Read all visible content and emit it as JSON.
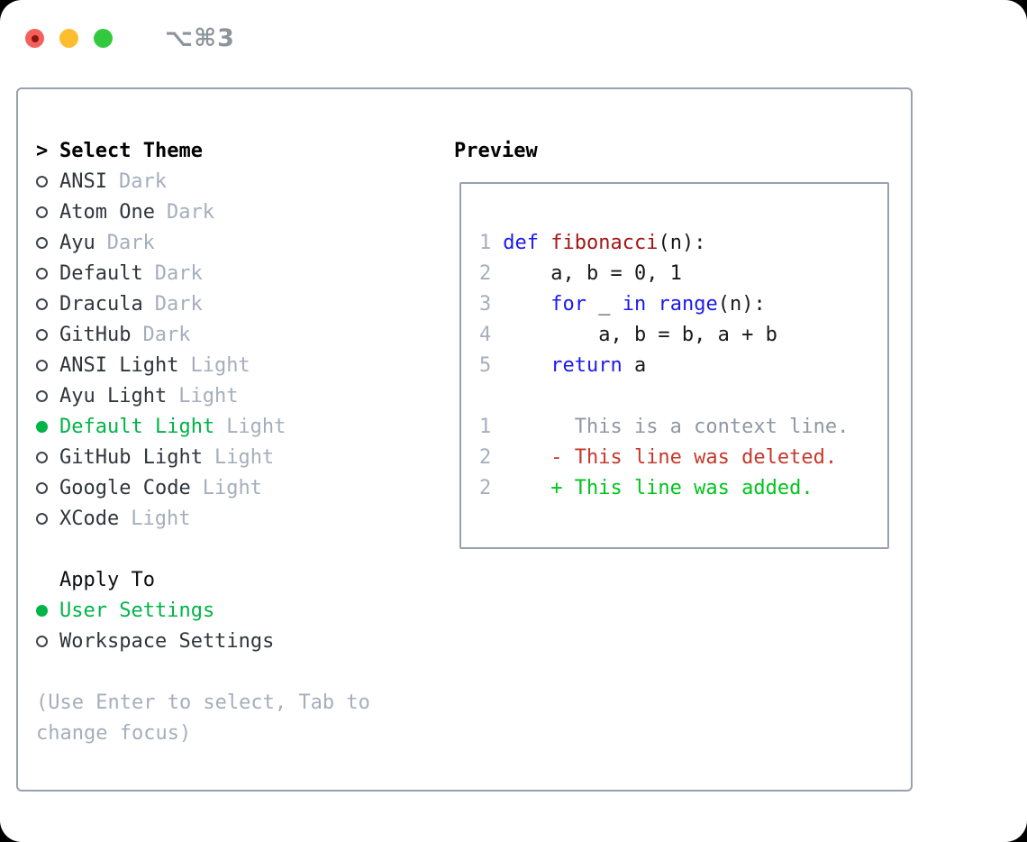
{
  "colors": {
    "accent_green": "#00b447",
    "added_green": "#00c41d",
    "deleted_red": "#c5392b",
    "keyword_blue": "#1b1aee",
    "function_red": "#a31515",
    "muted_gray": "#a5aebc",
    "context_gray": "#8f98a3",
    "border_gray": "#99a1ad",
    "traffic_red": "#f4605a",
    "traffic_yellow": "#fcbd2f",
    "traffic_green": "#33c93f"
  },
  "window": {
    "title": "⌥⌘3"
  },
  "sidebar": {
    "header": {
      "chevron": ">",
      "label": "Select Theme"
    },
    "items": [
      {
        "name": "ANSI",
        "suffix": "Dark",
        "selected": false
      },
      {
        "name": "Atom One",
        "suffix": "Dark",
        "selected": false
      },
      {
        "name": "Ayu",
        "suffix": "Dark",
        "selected": false
      },
      {
        "name": "Default",
        "suffix": "Dark",
        "selected": false
      },
      {
        "name": "Dracula",
        "suffix": "Dark",
        "selected": false
      },
      {
        "name": "GitHub",
        "suffix": "Dark",
        "selected": false
      },
      {
        "name": "ANSI Light",
        "suffix": "Light",
        "selected": false
      },
      {
        "name": "Ayu Light",
        "suffix": "Light",
        "selected": false
      },
      {
        "name": "Default Light",
        "suffix": "Light",
        "selected": true
      },
      {
        "name": "GitHub Light",
        "suffix": "Light",
        "selected": false
      },
      {
        "name": "Google Code",
        "suffix": "Light",
        "selected": false
      },
      {
        "name": "XCode",
        "suffix": "Light",
        "selected": false
      }
    ],
    "apply_to": {
      "label": "Apply To",
      "options": [
        {
          "name": "User Settings",
          "selected": true
        },
        {
          "name": "Workspace Settings",
          "selected": false
        }
      ]
    },
    "hint_line1": "(Use Enter to select, Tab to",
    "hint_line2": "change focus)"
  },
  "preview": {
    "title": "Preview",
    "code_lines": [
      {
        "num": "1",
        "tokens": [
          "def",
          " ",
          "fibonacci",
          "(n):"
        ]
      },
      {
        "num": "2",
        "tokens": [
          "    a, b = 0, 1"
        ]
      },
      {
        "num": "3",
        "tokens": [
          "    ",
          "for",
          " _ ",
          "in",
          " ",
          "range",
          "(n):"
        ]
      },
      {
        "num": "4",
        "tokens": [
          "        a, b = b, a + b"
        ]
      },
      {
        "num": "5",
        "tokens": [
          "    ",
          "return",
          " a"
        ]
      }
    ],
    "diff_lines": [
      {
        "num": "1",
        "kind": "context",
        "text": "      This is a context line."
      },
      {
        "num": "2",
        "kind": "deleted",
        "text": "    - This line was deleted."
      },
      {
        "num": "2",
        "kind": "added",
        "text": "    + This line was added."
      }
    ]
  }
}
